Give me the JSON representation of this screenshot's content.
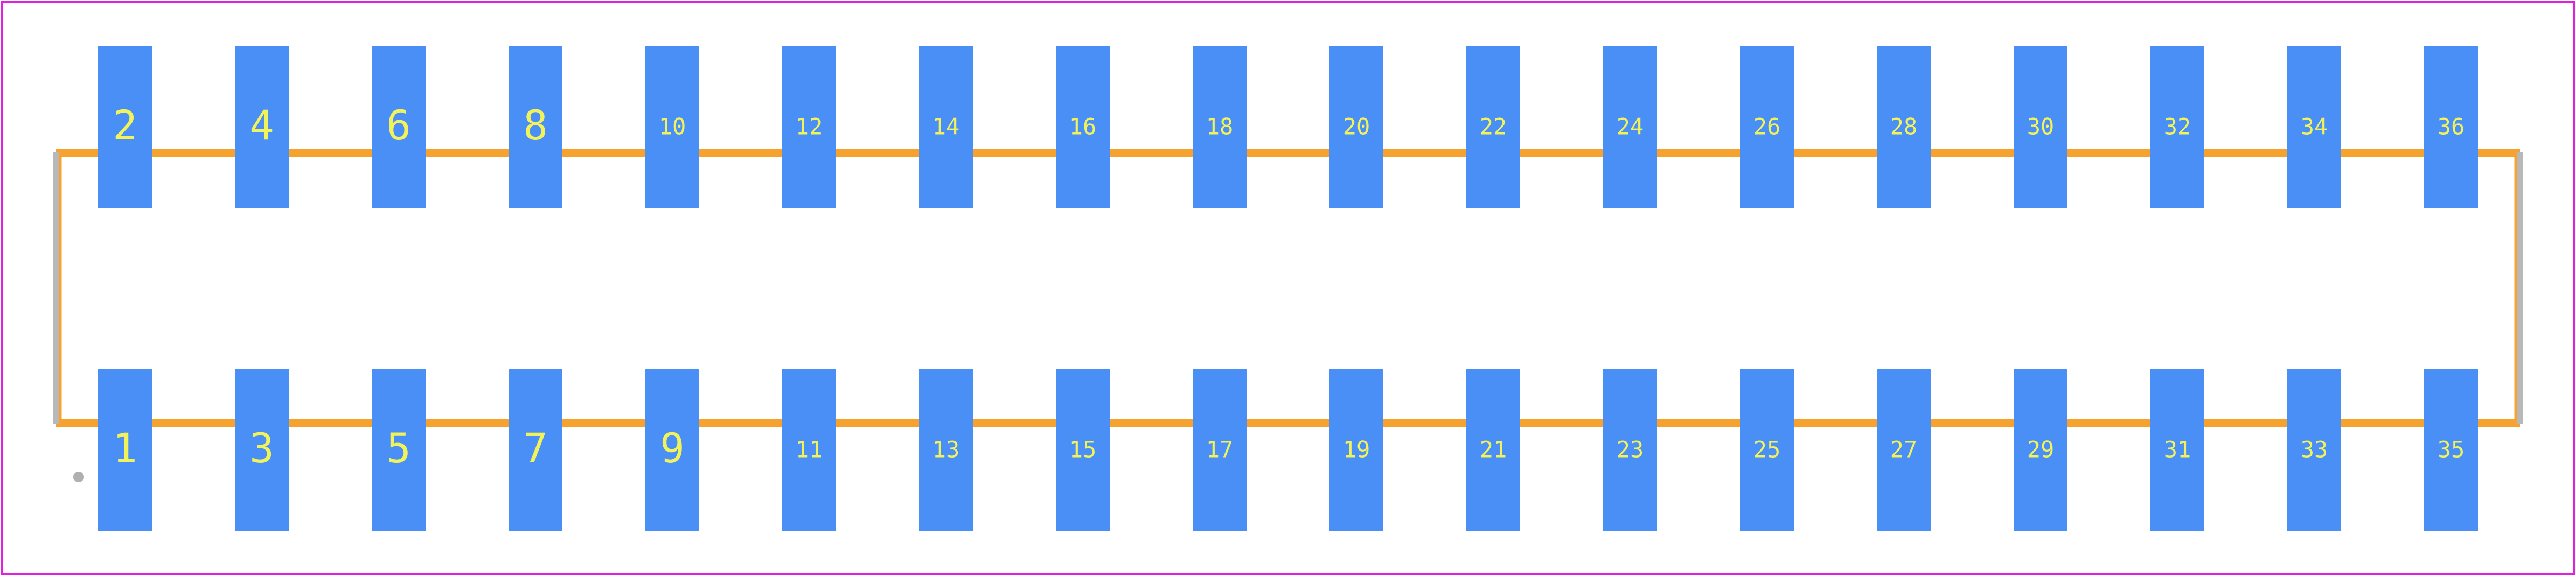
{
  "colors": {
    "background": "#ffffff",
    "board_outline": "#e020e0",
    "silkscreen": "#f5a22e",
    "silkscreen_side": "#b8b8b8",
    "pad": "#4a8ff5",
    "pad_label": "#f2f25a",
    "pin1_marker": "#b0b0b0"
  },
  "pads": {
    "top_row": [
      "2",
      "4",
      "6",
      "8",
      "10",
      "12",
      "14",
      "16",
      "18",
      "20",
      "22",
      "24",
      "26",
      "28",
      "30",
      "32",
      "34",
      "36"
    ],
    "bottom_row": [
      "1",
      "3",
      "5",
      "7",
      "9",
      "11",
      "13",
      "15",
      "17",
      "19",
      "21",
      "23",
      "25",
      "27",
      "29",
      "31",
      "33",
      "35"
    ]
  }
}
